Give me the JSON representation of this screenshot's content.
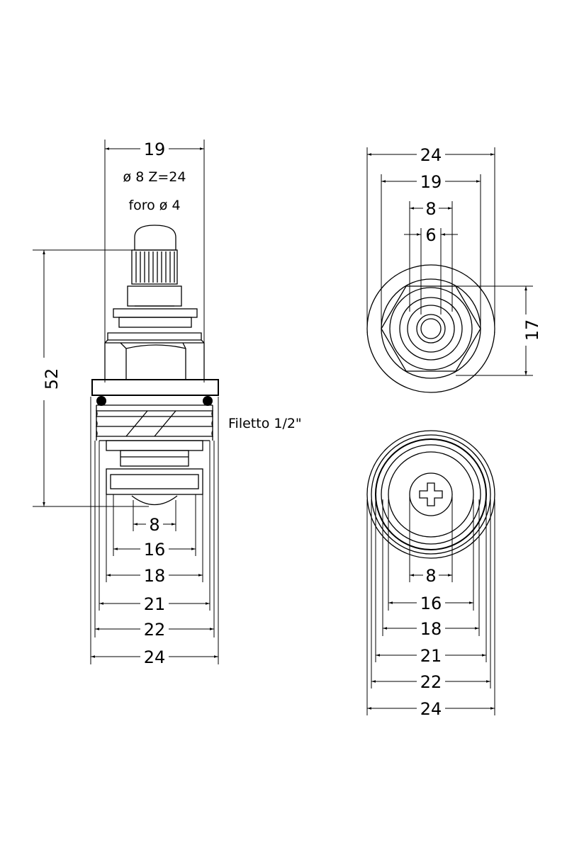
{
  "side_view": {
    "top_width": "19",
    "spline_note": "ø 8  Z=24",
    "hole_note": "foro ø 4",
    "height": "52",
    "thread_note": "Filetto 1/2\"",
    "bottom_dims": [
      "8",
      "16",
      "18",
      "21",
      "22",
      "24"
    ]
  },
  "top_view": {
    "widths": [
      "24",
      "19",
      "8",
      "6"
    ],
    "hex_height": "17"
  },
  "bottom_view": {
    "widths": [
      "8",
      "16",
      "18",
      "21",
      "22",
      "24"
    ]
  },
  "colors": {
    "line": "#000000",
    "background": "#ffffff"
  }
}
